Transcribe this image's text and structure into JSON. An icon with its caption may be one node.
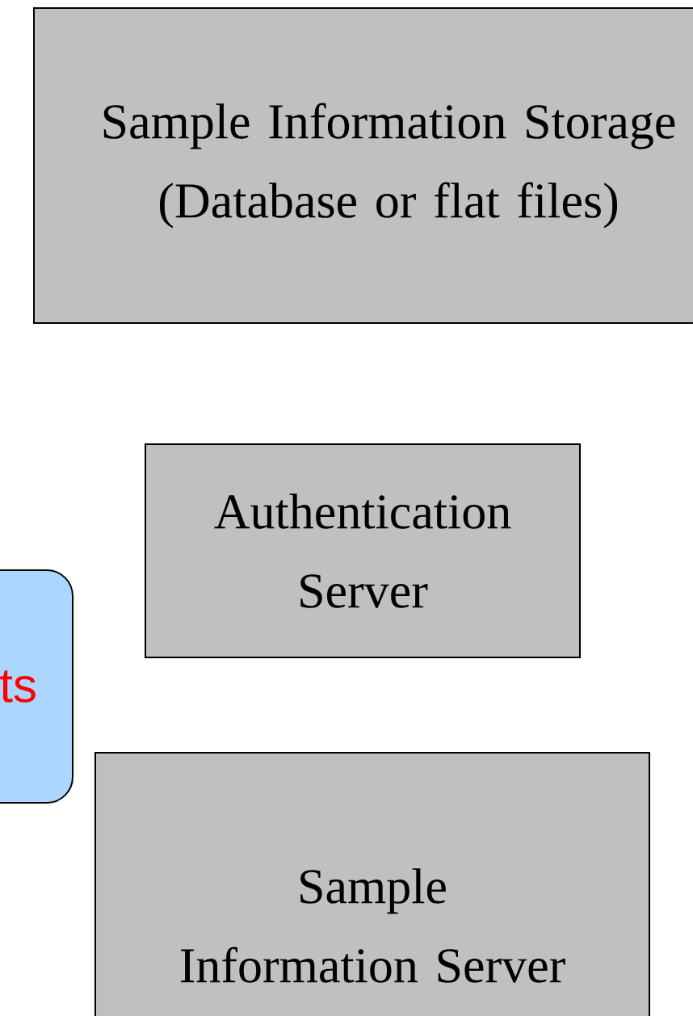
{
  "diagram": {
    "nodes": [
      {
        "text": [
          "Sample Information Storage (Database or flat files)"
        ]
      },
      {
        "text": [
          "Authentication Server"
        ]
      },
      {
        "text": [
          "ts"
        ]
      },
      {
        "text": [
          "Sample Information Server"
        ]
      }
    ]
  }
}
